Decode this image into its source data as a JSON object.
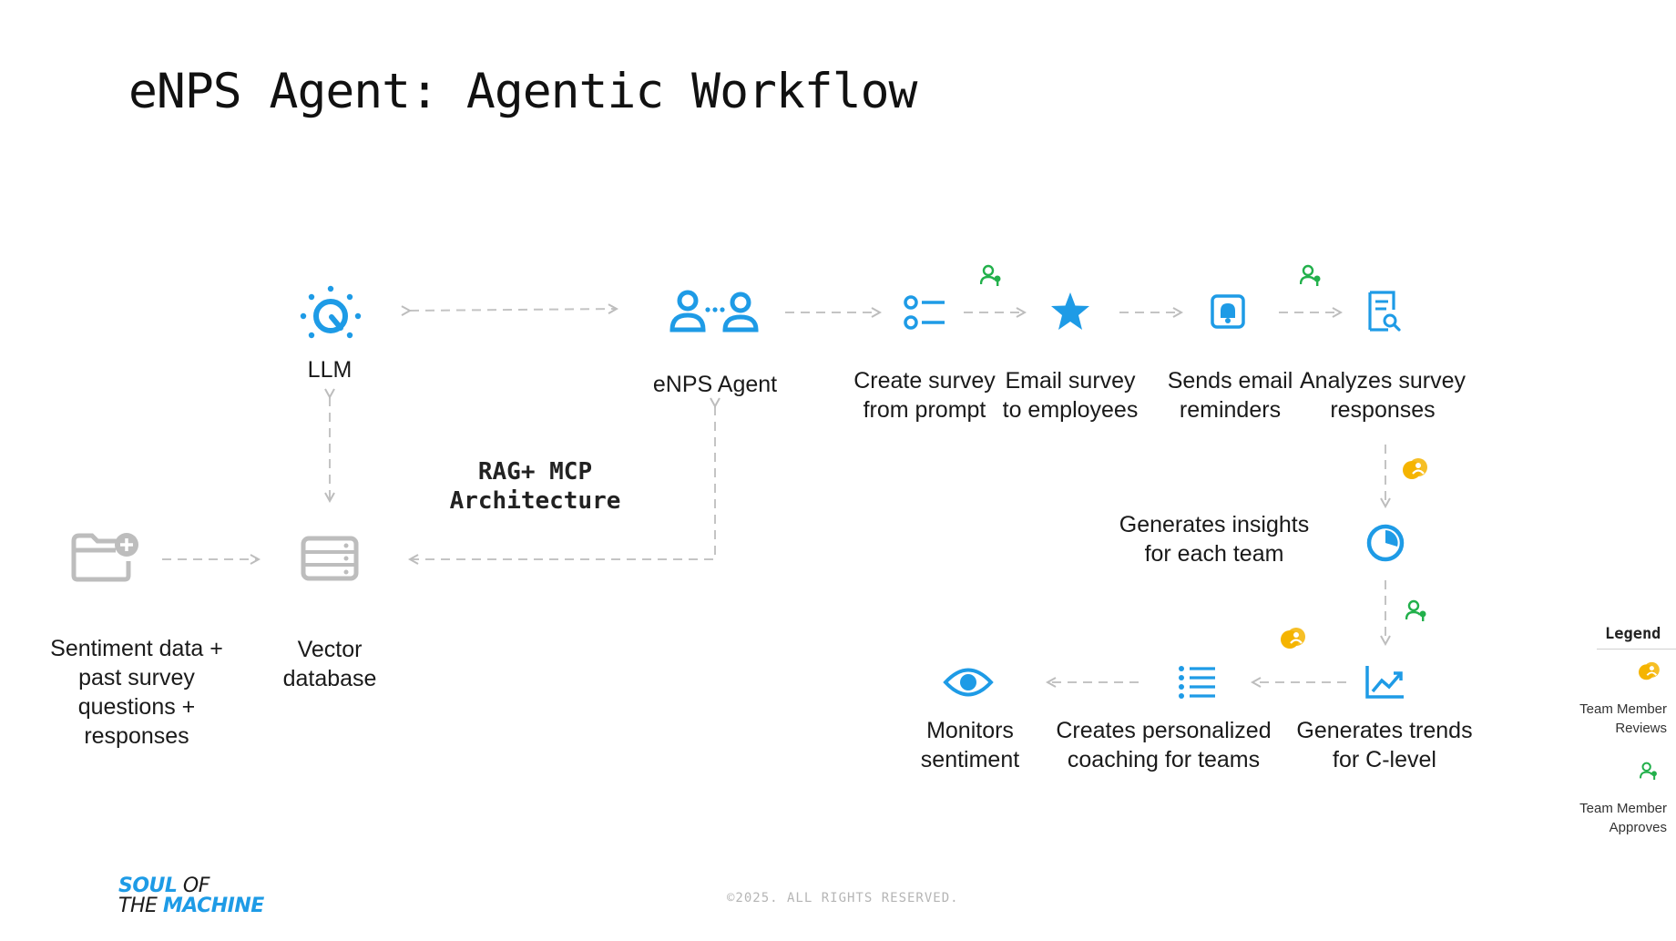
{
  "page": {
    "title": "eNPS Agent: Agentic Workflow",
    "footer": "©2025. ALL RIGHTS RESERVED.",
    "logo": {
      "line1_a": "SOUL",
      "line1_b": " OF",
      "line2_a": "THE ",
      "line2_b": "MACHINE"
    }
  },
  "colors": {
    "accent": "#1e9be6",
    "muted": "#bdbdbd",
    "approve": "#22b04b",
    "review": "#f5b400"
  },
  "nodes": {
    "llm": {
      "label": "LLM",
      "icon": "llm-brain-icon"
    },
    "agent": {
      "label": "eNPS Agent",
      "icon": "agents-icon"
    },
    "create": {
      "label": "Create survey\nfrom prompt",
      "icon": "list-icon"
    },
    "email": {
      "label": "Email survey\nto employees",
      "icon": "star-icon"
    },
    "reminders": {
      "label": "Sends email\nreminders",
      "icon": "bell-icon"
    },
    "analyze": {
      "label": "Analyzes survey\nresponses",
      "icon": "document-search-icon"
    },
    "insights": {
      "label": "Generates insights\nfor each team",
      "icon": "pie-chart-icon"
    },
    "trends": {
      "label": "Generates trends\nfor C-level",
      "icon": "trend-chart-icon"
    },
    "coaching": {
      "label": "Creates personalized\ncoaching for teams",
      "icon": "checklist-icon"
    },
    "monitor": {
      "label": "Monitors\nsentiment",
      "icon": "eye-icon"
    },
    "sentiment": {
      "label": "Sentiment data +\npast survey\nquestions +\nresponses",
      "icon": "folder-add-icon"
    },
    "vector": {
      "label": "Vector\ndatabase",
      "icon": "database-icon"
    }
  },
  "architecture": {
    "label": "RAG+ MCP\nArchitecture"
  },
  "legend": {
    "title": "Legend",
    "items": [
      {
        "label": "Team Member\nReviews",
        "icon": "team-review-icon"
      },
      {
        "label": "Team Member\nApproves",
        "icon": "team-approve-icon"
      }
    ]
  }
}
